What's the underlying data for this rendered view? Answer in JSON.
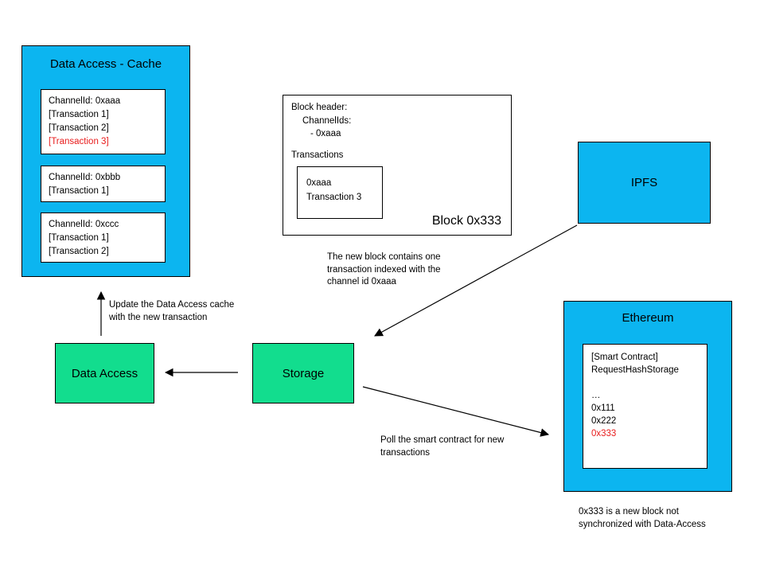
{
  "colors": {
    "cyan": "#0cb5f0",
    "green": "#12dd8e",
    "red": "#e81c1c",
    "stroke": "#000000"
  },
  "cache": {
    "title": "Data Access - Cache",
    "ch1": {
      "id": "ChannelId: 0xaaa",
      "t1": "[Transaction 1]",
      "t2": "[Transaction 2]",
      "t3": "[Transaction 3]"
    },
    "ch2": {
      "id": "ChannelId: 0xbbb",
      "t1": "[Transaction 1]"
    },
    "ch3": {
      "id": "ChannelId: 0xccc",
      "t1": "[Transaction 1]",
      "t2": "[Transaction 2]"
    }
  },
  "block": {
    "header_label": "Block header:",
    "channel_ids_label": "ChannelIds:",
    "channel_id_item": "- 0xaaa",
    "transactions_label": "Transactions",
    "tx_channel": "0xaaa",
    "tx_name": "Transaction 3",
    "title": "Block 0x333"
  },
  "ipfs": {
    "title": "IPFS"
  },
  "ethereum": {
    "title": "Ethereum",
    "contract": {
      "l1": "[Smart Contract]",
      "l2": "RequestHashStorage",
      "l3": "…",
      "l4": "0x111",
      "l5": "0x222",
      "l6": "0x333"
    }
  },
  "data_access": {
    "title": "Data Access"
  },
  "storage": {
    "title": "Storage"
  },
  "annotations": {
    "update_cache": "Update the Data Access cache\nwith the new transaction",
    "new_block": "The new block contains one\ntransaction indexed with the\nchannel id 0xaaa",
    "poll": "Poll the smart contract for new\ntransactions",
    "note": "0x333 is a new block not\nsynchronized with Data-Access"
  }
}
